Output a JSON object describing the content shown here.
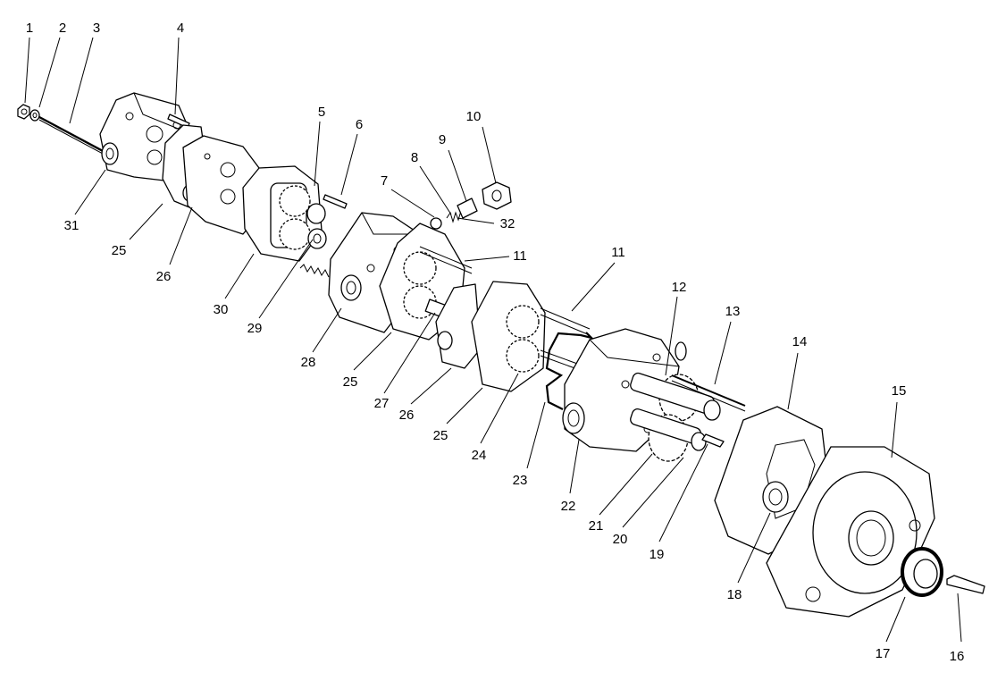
{
  "diagram": {
    "callouts": [
      {
        "id": "1",
        "label": "1"
      },
      {
        "id": "2",
        "label": "2"
      },
      {
        "id": "3",
        "label": "3"
      },
      {
        "id": "4",
        "label": "4"
      },
      {
        "id": "5",
        "label": "5"
      },
      {
        "id": "6",
        "label": "6"
      },
      {
        "id": "7",
        "label": "7"
      },
      {
        "id": "8",
        "label": "8"
      },
      {
        "id": "9",
        "label": "9"
      },
      {
        "id": "10",
        "label": "10"
      },
      {
        "id": "11a",
        "label": "11"
      },
      {
        "id": "11b",
        "label": "11"
      },
      {
        "id": "12",
        "label": "12"
      },
      {
        "id": "13",
        "label": "13"
      },
      {
        "id": "14",
        "label": "14"
      },
      {
        "id": "15",
        "label": "15"
      },
      {
        "id": "16",
        "label": "16"
      },
      {
        "id": "17",
        "label": "17"
      },
      {
        "id": "18",
        "label": "18"
      },
      {
        "id": "19",
        "label": "19"
      },
      {
        "id": "20",
        "label": "20"
      },
      {
        "id": "21",
        "label": "21"
      },
      {
        "id": "22",
        "label": "22"
      },
      {
        "id": "23",
        "label": "23"
      },
      {
        "id": "24",
        "label": "24"
      },
      {
        "id": "25a",
        "label": "25"
      },
      {
        "id": "25b",
        "label": "25"
      },
      {
        "id": "25c",
        "label": "25"
      },
      {
        "id": "26a",
        "label": "26"
      },
      {
        "id": "26b",
        "label": "26"
      },
      {
        "id": "27",
        "label": "27"
      },
      {
        "id": "28",
        "label": "28"
      },
      {
        "id": "29",
        "label": "29"
      },
      {
        "id": "30",
        "label": "30"
      },
      {
        "id": "31",
        "label": "31"
      },
      {
        "id": "32",
        "label": "32"
      }
    ]
  }
}
